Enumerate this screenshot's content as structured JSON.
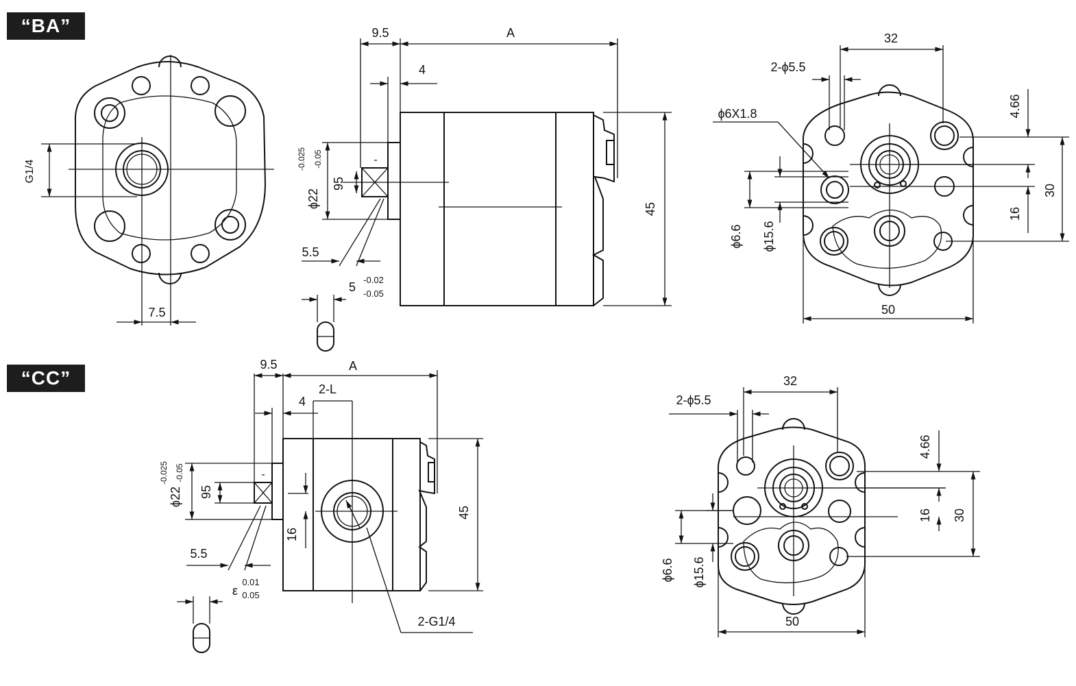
{
  "badges": {
    "ba": "“BA”",
    "cc": "“CC”"
  },
  "ba": {
    "front": {
      "port": "G1/4",
      "offset": "7.5"
    },
    "side": {
      "dim_9_5": "9.5",
      "dim_a": "A",
      "dim_4": "4",
      "shaft_dia": "ϕ22",
      "shaft_tol_upper": "-0.025",
      "shaft_tol_lower": "-0.05",
      "dim_95": "95",
      "dim_5_5": "5.5",
      "key_dim": "5",
      "key_tol_upper": "-0.02",
      "key_tol_lower": "-0.05",
      "key_mark": "-",
      "height_45": "45"
    },
    "rear": {
      "dim_32": "32",
      "holes": "2-ϕ5.5",
      "oring": "ϕ6X1.8",
      "dim_4_66": "4.66",
      "dim_30": "30",
      "dim_16": "16",
      "dim_6_6": "ϕ6.6",
      "dim_15_6": "ϕ15.6",
      "dim_50": "50"
    }
  },
  "cc": {
    "side": {
      "dim_9_5": "9.5",
      "dim_a": "A",
      "dim_4": "4",
      "dim_2l": "2-L",
      "shaft_dia": "ϕ22",
      "shaft_tol_upper": "-0.025",
      "shaft_tol_lower": "-0.05",
      "dim_95": "95",
      "dim_16": "16",
      "height_45": "45",
      "dim_5_5": "5.5",
      "key_dim": "ε",
      "key_tol_upper": "0.01",
      "key_tol_lower": "0.05",
      "ports": "2-G1/4",
      "key_mark": "-"
    },
    "rear": {
      "dim_32": "32",
      "holes": "2-ϕ5.5",
      "dim_4_66": "4.66",
      "dim_16": "16",
      "dim_30": "30",
      "dim_6_6": "ϕ6.6",
      "dim_15_6": "ϕ15.6",
      "dim_50": "50"
    }
  }
}
